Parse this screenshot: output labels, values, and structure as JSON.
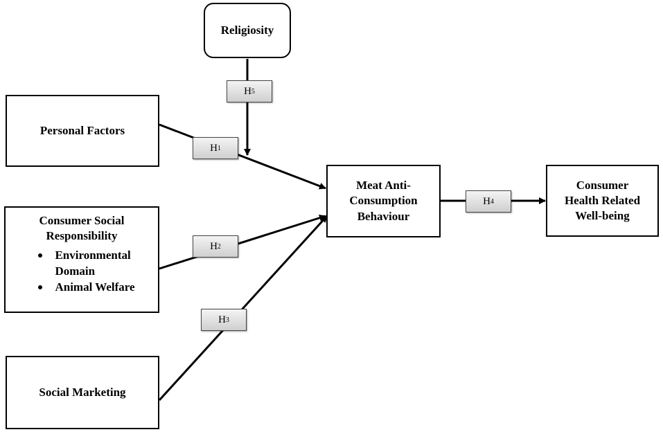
{
  "nodes": {
    "religiosity": "Religiosity",
    "personal_factors": "Personal Factors",
    "csr_line1": "Consumer Social",
    "csr_line2": "Responsibility",
    "csr_item1_line1": "Environmental",
    "csr_item1_line2": "Domain",
    "csr_item2": "Animal Welfare",
    "social_marketing": "Social Marketing",
    "meat_line1": "Meat Anti-",
    "meat_line2": "Consumption",
    "meat_line3": "Behaviour",
    "health_line1": "Consumer",
    "health_line2": "Health Related",
    "health_line3": "Well-being"
  },
  "hypotheses": {
    "h1": {
      "letter": "H",
      "num": "1"
    },
    "h2": {
      "letter": "H",
      "num": "2"
    },
    "h3": {
      "letter": "H",
      "num": "3"
    },
    "h4": {
      "letter": "H",
      "num": "4"
    },
    "h5": {
      "letter": "H",
      "num": "5"
    }
  }
}
